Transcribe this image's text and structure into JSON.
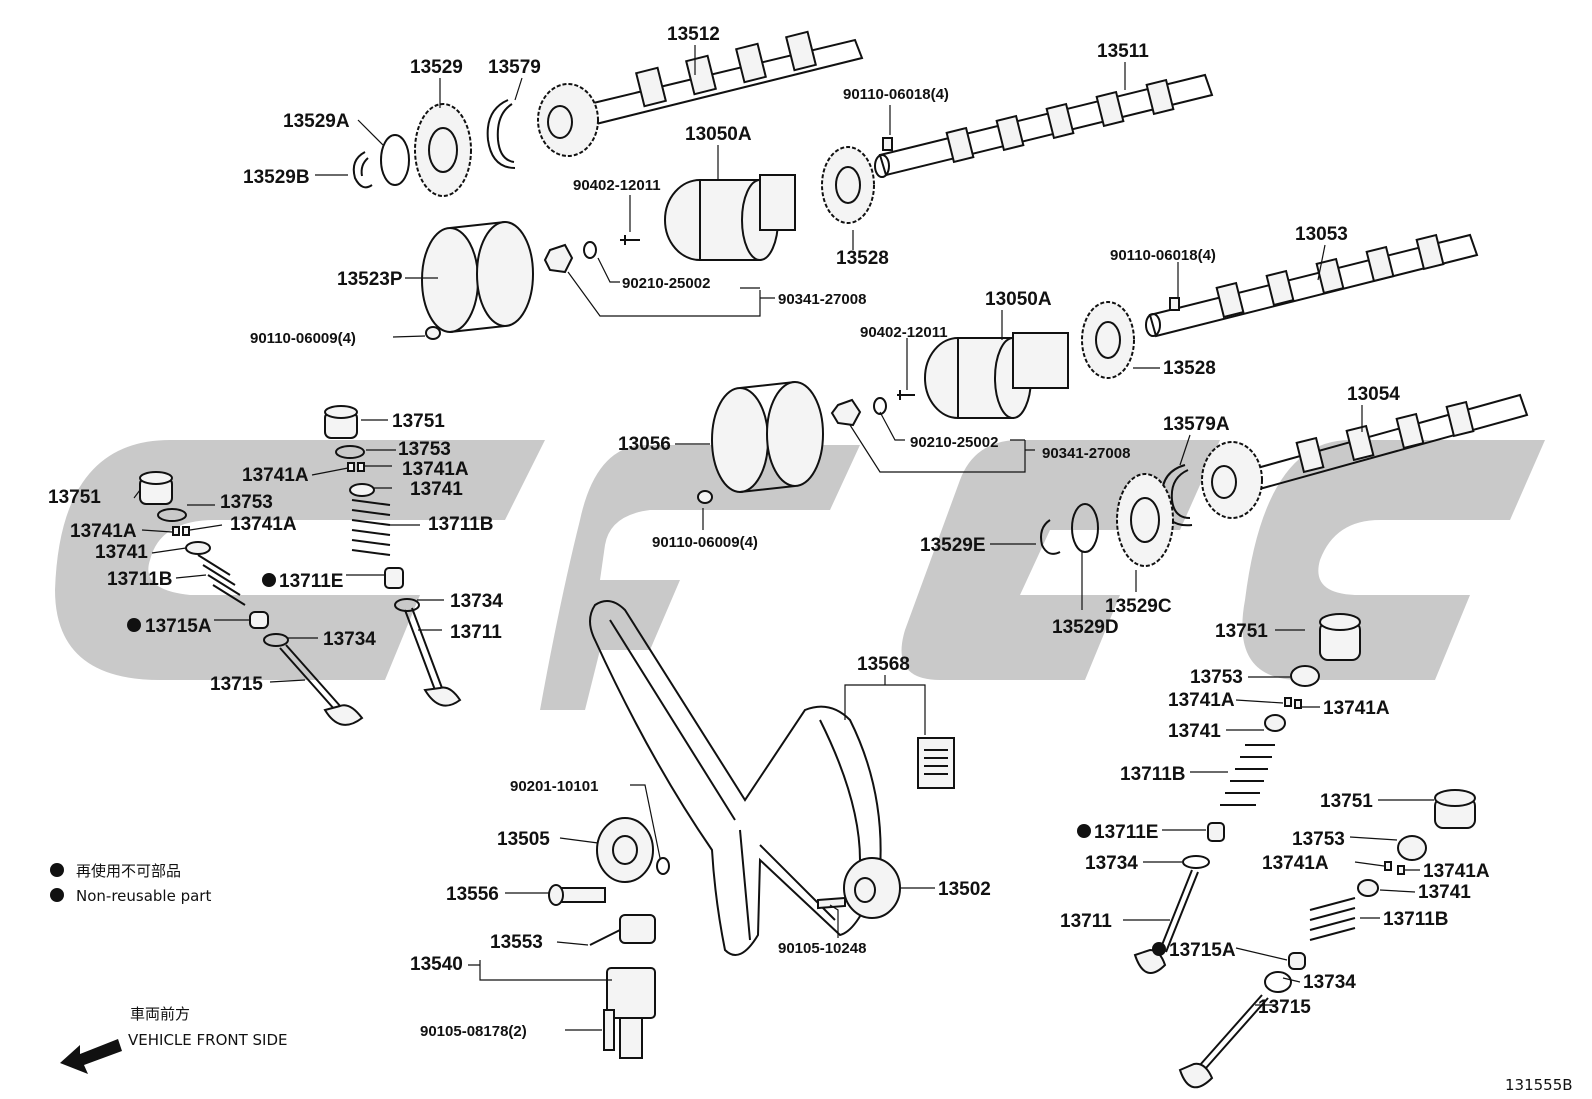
{
  "watermark_color": "#c9c9c9",
  "drawing_number": "131555B",
  "legend": {
    "jp": "再使用不可部品",
    "en": "Non-reusable part"
  },
  "direction": {
    "jp": "車両前方",
    "en": "VEHICLE FRONT SIDE"
  },
  "labels": {
    "l13512": "13512",
    "l13511": "13511",
    "l13529": "13529",
    "l13579": "13579",
    "l13529A": "13529A",
    "l13529B": "13529B",
    "l90110_06018_a": "90110-06018(4)",
    "l13050A_a": "13050A",
    "l90402_12011_a": "90402-12011",
    "l13528_a": "13528",
    "l13523P": "13523P",
    "l90210_25002_a": "90210-25002",
    "l90341_27008_a": "90341-27008",
    "l90110_06009_a": "90110-06009(4)",
    "l90110_06018_b": "90110-06018(4)",
    "l13053": "13053",
    "l13050A_b": "13050A",
    "l90402_12011_b": "90402-12011",
    "l13528_b": "13528",
    "l13054": "13054",
    "l13751_a": "13751",
    "l13753_a": "13753",
    "l13741A_a1": "13741A",
    "l13741A_a2": "13741A",
    "l13741_a": "13741",
    "l13711B_a": "13711B",
    "l13751_b": "13751",
    "l13753_b": "13753",
    "l13741A_b1": "13741A",
    "l13741A_b2": "13741A",
    "l13741_b": "13741",
    "l13711B_b": "13711B",
    "l13711E_a": "13711E",
    "l13734_a": "13734",
    "l13715A_a": "13715A",
    "l13734_b": "13734",
    "l13711_a": "13711",
    "l13715_a": "13715",
    "l13056": "13056",
    "l90210_25002_b": "90210-25002",
    "l90341_27008_b": "90341-27008",
    "l13579A": "13579A",
    "l13529E": "13529E",
    "l90110_06009_b": "90110-06009(4)",
    "l13529D": "13529D",
    "l13529C": "13529C",
    "l13751_c": "13751",
    "l13753_c": "13753",
    "l13741A_c1": "13741A",
    "l13741A_c2": "13741A",
    "l13741_c": "13741",
    "l13711B_c": "13711B",
    "l13711E_b": "13711E",
    "l13734_c": "13734",
    "l13711_b": "13711",
    "l13715A_b": "13715A",
    "l13734_d": "13734",
    "l13715_b": "13715",
    "l13751_d": "13751",
    "l13753_d": "13753",
    "l13741A_d1": "13741A",
    "l13741A_d2": "13741A",
    "l13741_d": "13741",
    "l13711B_d": "13711B",
    "l13568": "13568",
    "l90201_10101": "90201-10101",
    "l13505": "13505",
    "l13556": "13556",
    "l13502": "13502",
    "l90105_10248": "90105-10248",
    "l13553": "13553",
    "l13540": "13540",
    "l90105_08178": "90105-08178(2)"
  }
}
